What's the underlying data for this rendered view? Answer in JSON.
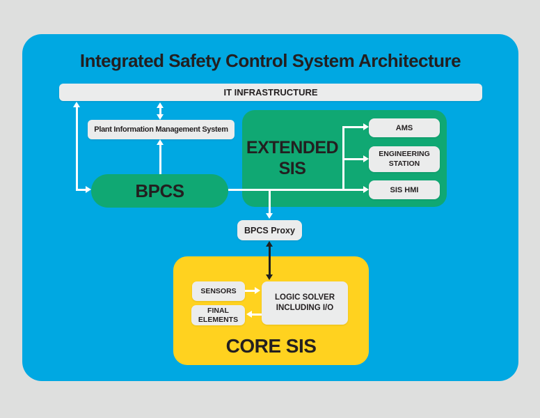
{
  "title": "Integrated Safety Control System Architecture",
  "colors": {
    "background": "#dedfde",
    "panel_cyan": "#00a8e2",
    "node_green": "#10a873",
    "node_yellow": "#ffd21f",
    "node_gray": "#ebecec",
    "text": "#231f20",
    "arrow_light": "#ffffff",
    "arrow_dark": "#1f1f1f"
  },
  "nodes": {
    "it_infrastructure": "IT INFRASTRUCTURE",
    "pims": "Plant Information Management System",
    "bpcs": "BPCS",
    "extended_sis": "EXTENDED SIS",
    "ams": "AMS",
    "engineering_station": "ENGINEERING STATION",
    "sis_hmi": "SIS HMI",
    "bpcs_proxy": "BPCS Proxy",
    "sensors": "SENSORS",
    "final_elements": "FINAL ELEMENTS",
    "logic_solver": "LOGIC SOLVER INCLUDING I/O",
    "core_sis": "CORE SIS"
  },
  "connections": [
    {
      "from": "it_infrastructure",
      "to": "bpcs",
      "bidirectional": true,
      "color": "white",
      "shape": "elbow"
    },
    {
      "from": "pims",
      "to": "it_infrastructure",
      "bidirectional": true,
      "color": "white",
      "shape": "straight"
    },
    {
      "from": "bpcs",
      "to": "pims",
      "bidirectional": false,
      "color": "white",
      "shape": "straight"
    },
    {
      "from": "bpcs",
      "to": "sis_hmi",
      "bidirectional": false,
      "color": "white",
      "shape": "straight"
    },
    {
      "from": "bpcs",
      "to": "ams",
      "bidirectional": false,
      "color": "white",
      "shape": "branch"
    },
    {
      "from": "bpcs",
      "to": "engineering_station",
      "bidirectional": false,
      "color": "white",
      "shape": "branch"
    },
    {
      "from": "bpcs",
      "to": "bpcs_proxy",
      "bidirectional": false,
      "color": "white",
      "shape": "branch"
    },
    {
      "from": "bpcs_proxy",
      "to": "logic_solver",
      "bidirectional": true,
      "color": "black",
      "shape": "straight"
    },
    {
      "from": "sensors",
      "to": "logic_solver",
      "bidirectional": false,
      "color": "white",
      "shape": "straight"
    },
    {
      "from": "logic_solver",
      "to": "final_elements",
      "bidirectional": false,
      "color": "white",
      "shape": "straight"
    }
  ]
}
